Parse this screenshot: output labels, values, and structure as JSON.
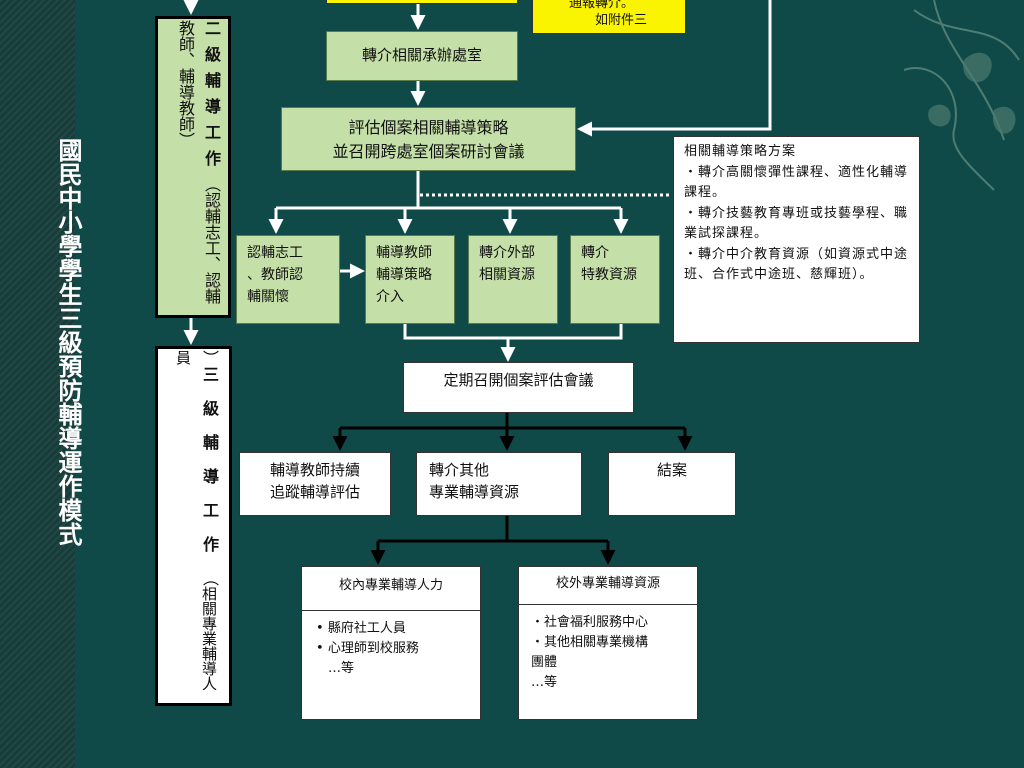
{
  "title": "國民中小學學生三級預防輔導運作模式",
  "top_yellow": {
    "line1": "通報轉介。",
    "line2": "如附件三"
  },
  "referral_office": "轉介相關承辦處室",
  "assess_box": {
    "line1": "評估個案相關輔導策略",
    "line2": "並召開跨處室個案研討會議"
  },
  "secondary": {
    "heading": "二級輔導工作",
    "paren_open": "（",
    "note": "認輔志工、認輔教師、輔導教師",
    "paren_close": "）"
  },
  "tertiary": {
    "paren_close_top": "）",
    "heading": "三級輔導工作",
    "paren_open": "（",
    "note": "相關專業輔導人員"
  },
  "strategies": [
    {
      "line1": "認輔志工",
      "line2": "、教師認",
      "line3": "輔關懷"
    },
    {
      "line1": "輔導教師",
      "line2": "輔導策略",
      "line3": "介入"
    },
    {
      "line1": "轉介外部",
      "line2": "相關資源",
      "line3": ""
    },
    {
      "line1": "轉介",
      "line2": "特教資源",
      "line3": ""
    }
  ],
  "strategy_plan": {
    "title": "相關輔導策略方案",
    "items": [
      "・轉介高關懷彈性課程、適性化輔導課程。",
      "・轉介技藝教育專班或技藝學程、職業試探課程。",
      "・轉介中介教育資源（如資源式中途班、合作式中途班、慈輝班）。"
    ]
  },
  "review_meeting": "定期召開個案評估會議",
  "outcomes": {
    "followup": {
      "line1": "輔導教師持續",
      "line2": "追蹤輔導評估"
    },
    "refer_pro": {
      "line1": "轉介其他",
      "line2": "專業輔導資源"
    },
    "close": "結案"
  },
  "internal": {
    "title": "校內專業輔導人力",
    "items": [
      "縣府社工人員",
      "心理師到校服務"
    ],
    "etc": "…等"
  },
  "external": {
    "title": "校外專業輔導資源",
    "item1": "・社會福利服務中心",
    "item2": "・其他相關專業機構",
    "item2b": "團體",
    "etc": "…等"
  },
  "colors": {
    "background": "#0f4a48",
    "box_green": "#c5dfa8",
    "box_yellow": "#fbf400",
    "box_white": "#ffffff"
  }
}
